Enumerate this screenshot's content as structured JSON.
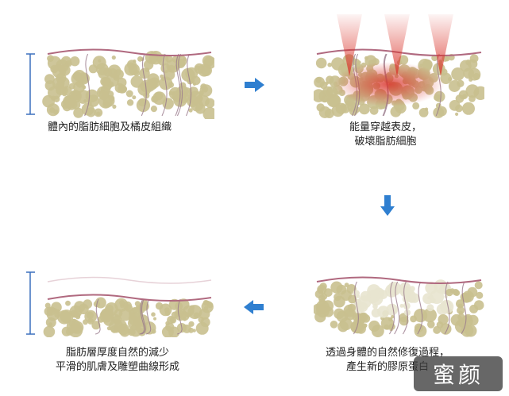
{
  "steps": [
    {
      "caption_lines": [
        "體內的脂肪細胞及橘皮組織"
      ]
    },
    {
      "caption_lines": [
        "能量穿越表皮，",
        "破壞脂肪細胞"
      ]
    },
    {
      "caption_lines": [
        "透過身體的自然修復過程，",
        "產生新的膠原蛋白"
      ]
    },
    {
      "caption_lines": [
        "脂肪層厚度自然的減少",
        "平滑的肌膚及雕塑曲線形成"
      ]
    }
  ],
  "colors": {
    "fat_cell": "#c9c08f",
    "fat_cell_light": "#e8e4cf",
    "skin_line": "#b0697f",
    "fiber": "#9a7a8c",
    "energy": "#d9342b",
    "arrow": "#2f7fd0",
    "bracket": "#3b6fbd"
  },
  "icons": [
    "arrow-right-icon",
    "arrow-down-icon",
    "arrow-left-icon"
  ],
  "watermark": "蜜颜"
}
